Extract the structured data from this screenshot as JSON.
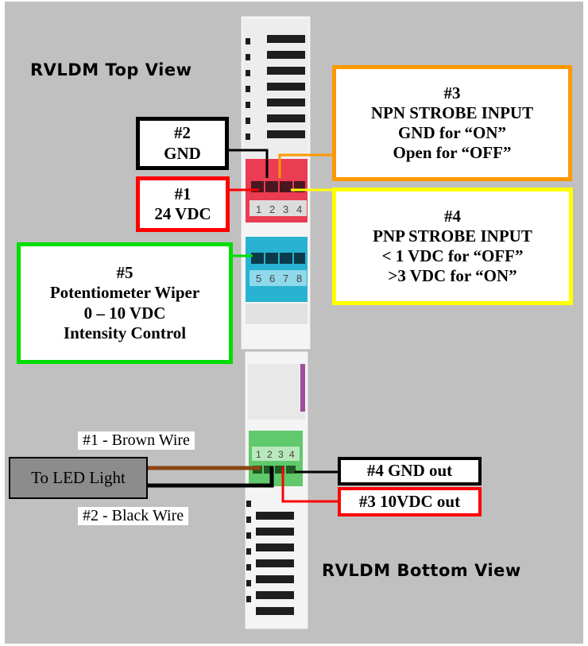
{
  "top_view_title": "RVLDM Top View",
  "bottom_view_title": "RVLDM Bottom View",
  "top_terminal_numbers": [
    "1",
    "2",
    "3",
    "4"
  ],
  "top_terminal_numbers_lower": [
    "5",
    "6",
    "7",
    "8"
  ],
  "bottom_terminal_numbers": [
    "1",
    "2",
    "3",
    "4"
  ],
  "pins": {
    "pin1": {
      "line1": "#1",
      "line2": "24 VDC",
      "color": "#ff0000"
    },
    "pin2": {
      "line1": "#2",
      "line2": "GND",
      "color": "#000000"
    },
    "pin3": {
      "line1": "#3",
      "line2": "NPN STROBE INPUT",
      "line3": "GND for “ON”",
      "line4": "Open for “OFF”",
      "color": "#ff9900"
    },
    "pin4": {
      "line1": "#4",
      "line2": "PNP STROBE INPUT",
      "line3": "< 1 VDC for “OFF”",
      "line4": ">3 VDC for “ON”",
      "color": "#ffff00"
    },
    "pin5": {
      "line1": "#5",
      "line2": "Potentiometer Wiper",
      "line3": "0 – 10 VDC",
      "line4": "Intensity Control",
      "color": "#00dd00"
    }
  },
  "bottom": {
    "brown_wire_label": "#1 - Brown Wire",
    "black_wire_label": "#2 - Black Wire",
    "led_light_label": "To LED Light",
    "gnd_out_label": "#4 GND out",
    "vdc_out_label": "#3 10VDC out",
    "brown_color": "#8b4513",
    "red_color": "#ff0000"
  }
}
